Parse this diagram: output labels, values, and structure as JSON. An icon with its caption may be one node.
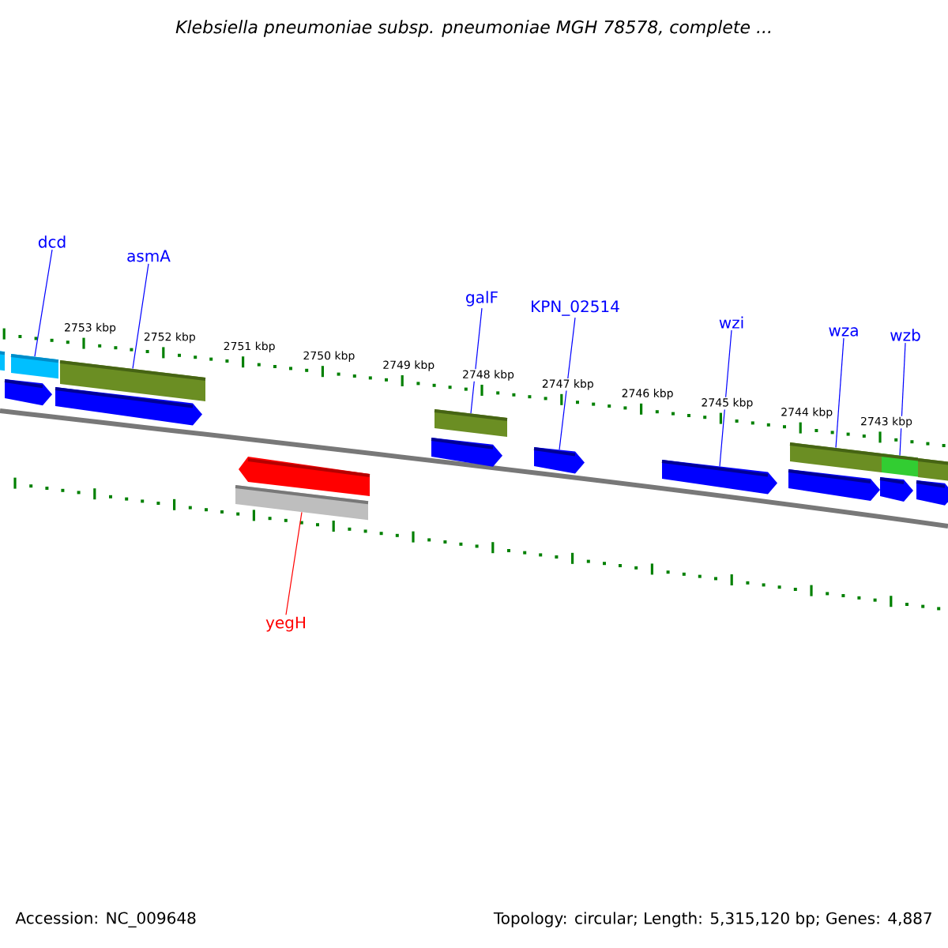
{
  "diagram": {
    "title": "Klebsiella pneumoniae subsp. pneumoniae MGH 78578, complete ...",
    "nodes": [
      {
        "text": [
          "dcd"
        ]
      },
      {
        "text": [
          "asmA"
        ]
      },
      {
        "text": [
          "galF"
        ]
      },
      {
        "text": [
          "KPN_02514"
        ]
      },
      {
        "text": [
          "wzi"
        ]
      },
      {
        "text": [
          "wza"
        ]
      },
      {
        "text": [
          "wzb"
        ]
      },
      {
        "text": [
          "yegH"
        ]
      },
      {
        "text": [],
        "shape": "bar"
      },
      {
        "text": [],
        "shape": "bar"
      },
      {
        "text": [],
        "shape": "bar"
      },
      {
        "text": [],
        "shape": "bar"
      },
      {
        "text": [],
        "shape": "arrow"
      },
      {
        "text": [],
        "shape": "arrow"
      },
      {
        "text": [],
        "shape": "bar"
      },
      {
        "text": [],
        "shape": "bar"
      },
      {
        "text": [],
        "shape": "bar"
      },
      {
        "text": [],
        "shape": "arrow"
      },
      {
        "text": [],
        "shape": "arrow"
      },
      {
        "text": [],
        "shape": "arrow"
      },
      {
        "text": [],
        "shape": "arrow"
      },
      {
        "text": [],
        "shape": "arrow"
      },
      {
        "text": [],
        "shape": "arrow"
      },
      {
        "text": [],
        "shape": "arrow"
      },
      {
        "text": [],
        "shape": "bar"
      }
    ],
    "edges": [
      {
        "from": 0,
        "to": 8,
        "arrow": "none"
      },
      {
        "from": 1,
        "to": 9,
        "arrow": "none"
      },
      {
        "from": 2,
        "to": 11,
        "arrow": "none"
      },
      {
        "from": 3,
        "to": 12,
        "arrow": "none"
      },
      {
        "from": 4,
        "to": 13,
        "arrow": "none"
      },
      {
        "from": 5,
        "to": 14,
        "arrow": "none"
      },
      {
        "from": 6,
        "to": 15,
        "arrow": "none"
      },
      {
        "from": 7,
        "to": 10,
        "arrow": "none",
        "color": "#ff0000"
      }
    ],
    "labels": [
      "2753 kbp",
      "2752 kbp",
      "2751 kbp",
      "2750 kbp",
      "2749 kbp",
      "2748 kbp",
      "2747 kbp",
      "2746 kbp",
      "2745 kbp",
      "2744 kbp",
      "2743 kbp",
      "Accession: NC_009648",
      "Topology: circular; Length: 5,315,120 bp; Genes: 4,887"
    ]
  }
}
